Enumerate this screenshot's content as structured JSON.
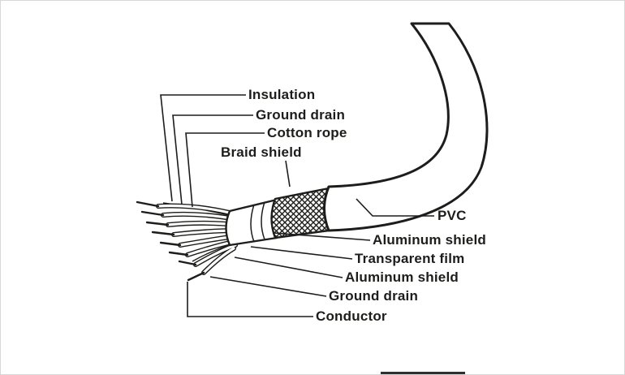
{
  "diagram": {
    "subject": "cable-cross-section",
    "labels": {
      "insulation": "Insulation",
      "ground_drain_top": "Ground drain",
      "cotton_rope": "Cotton rope",
      "braid_shield": "Braid shield",
      "pvc": "PVC",
      "aluminum_shield_outer": "Aluminum shield",
      "transparent_film": "Transparent film",
      "aluminum_shield_inner": "Aluminum shield",
      "ground_drain_bottom": "Ground drain",
      "conductor": "Conductor"
    },
    "colors": {
      "ink": "#1d1d1b",
      "background": "#ffffff"
    }
  }
}
